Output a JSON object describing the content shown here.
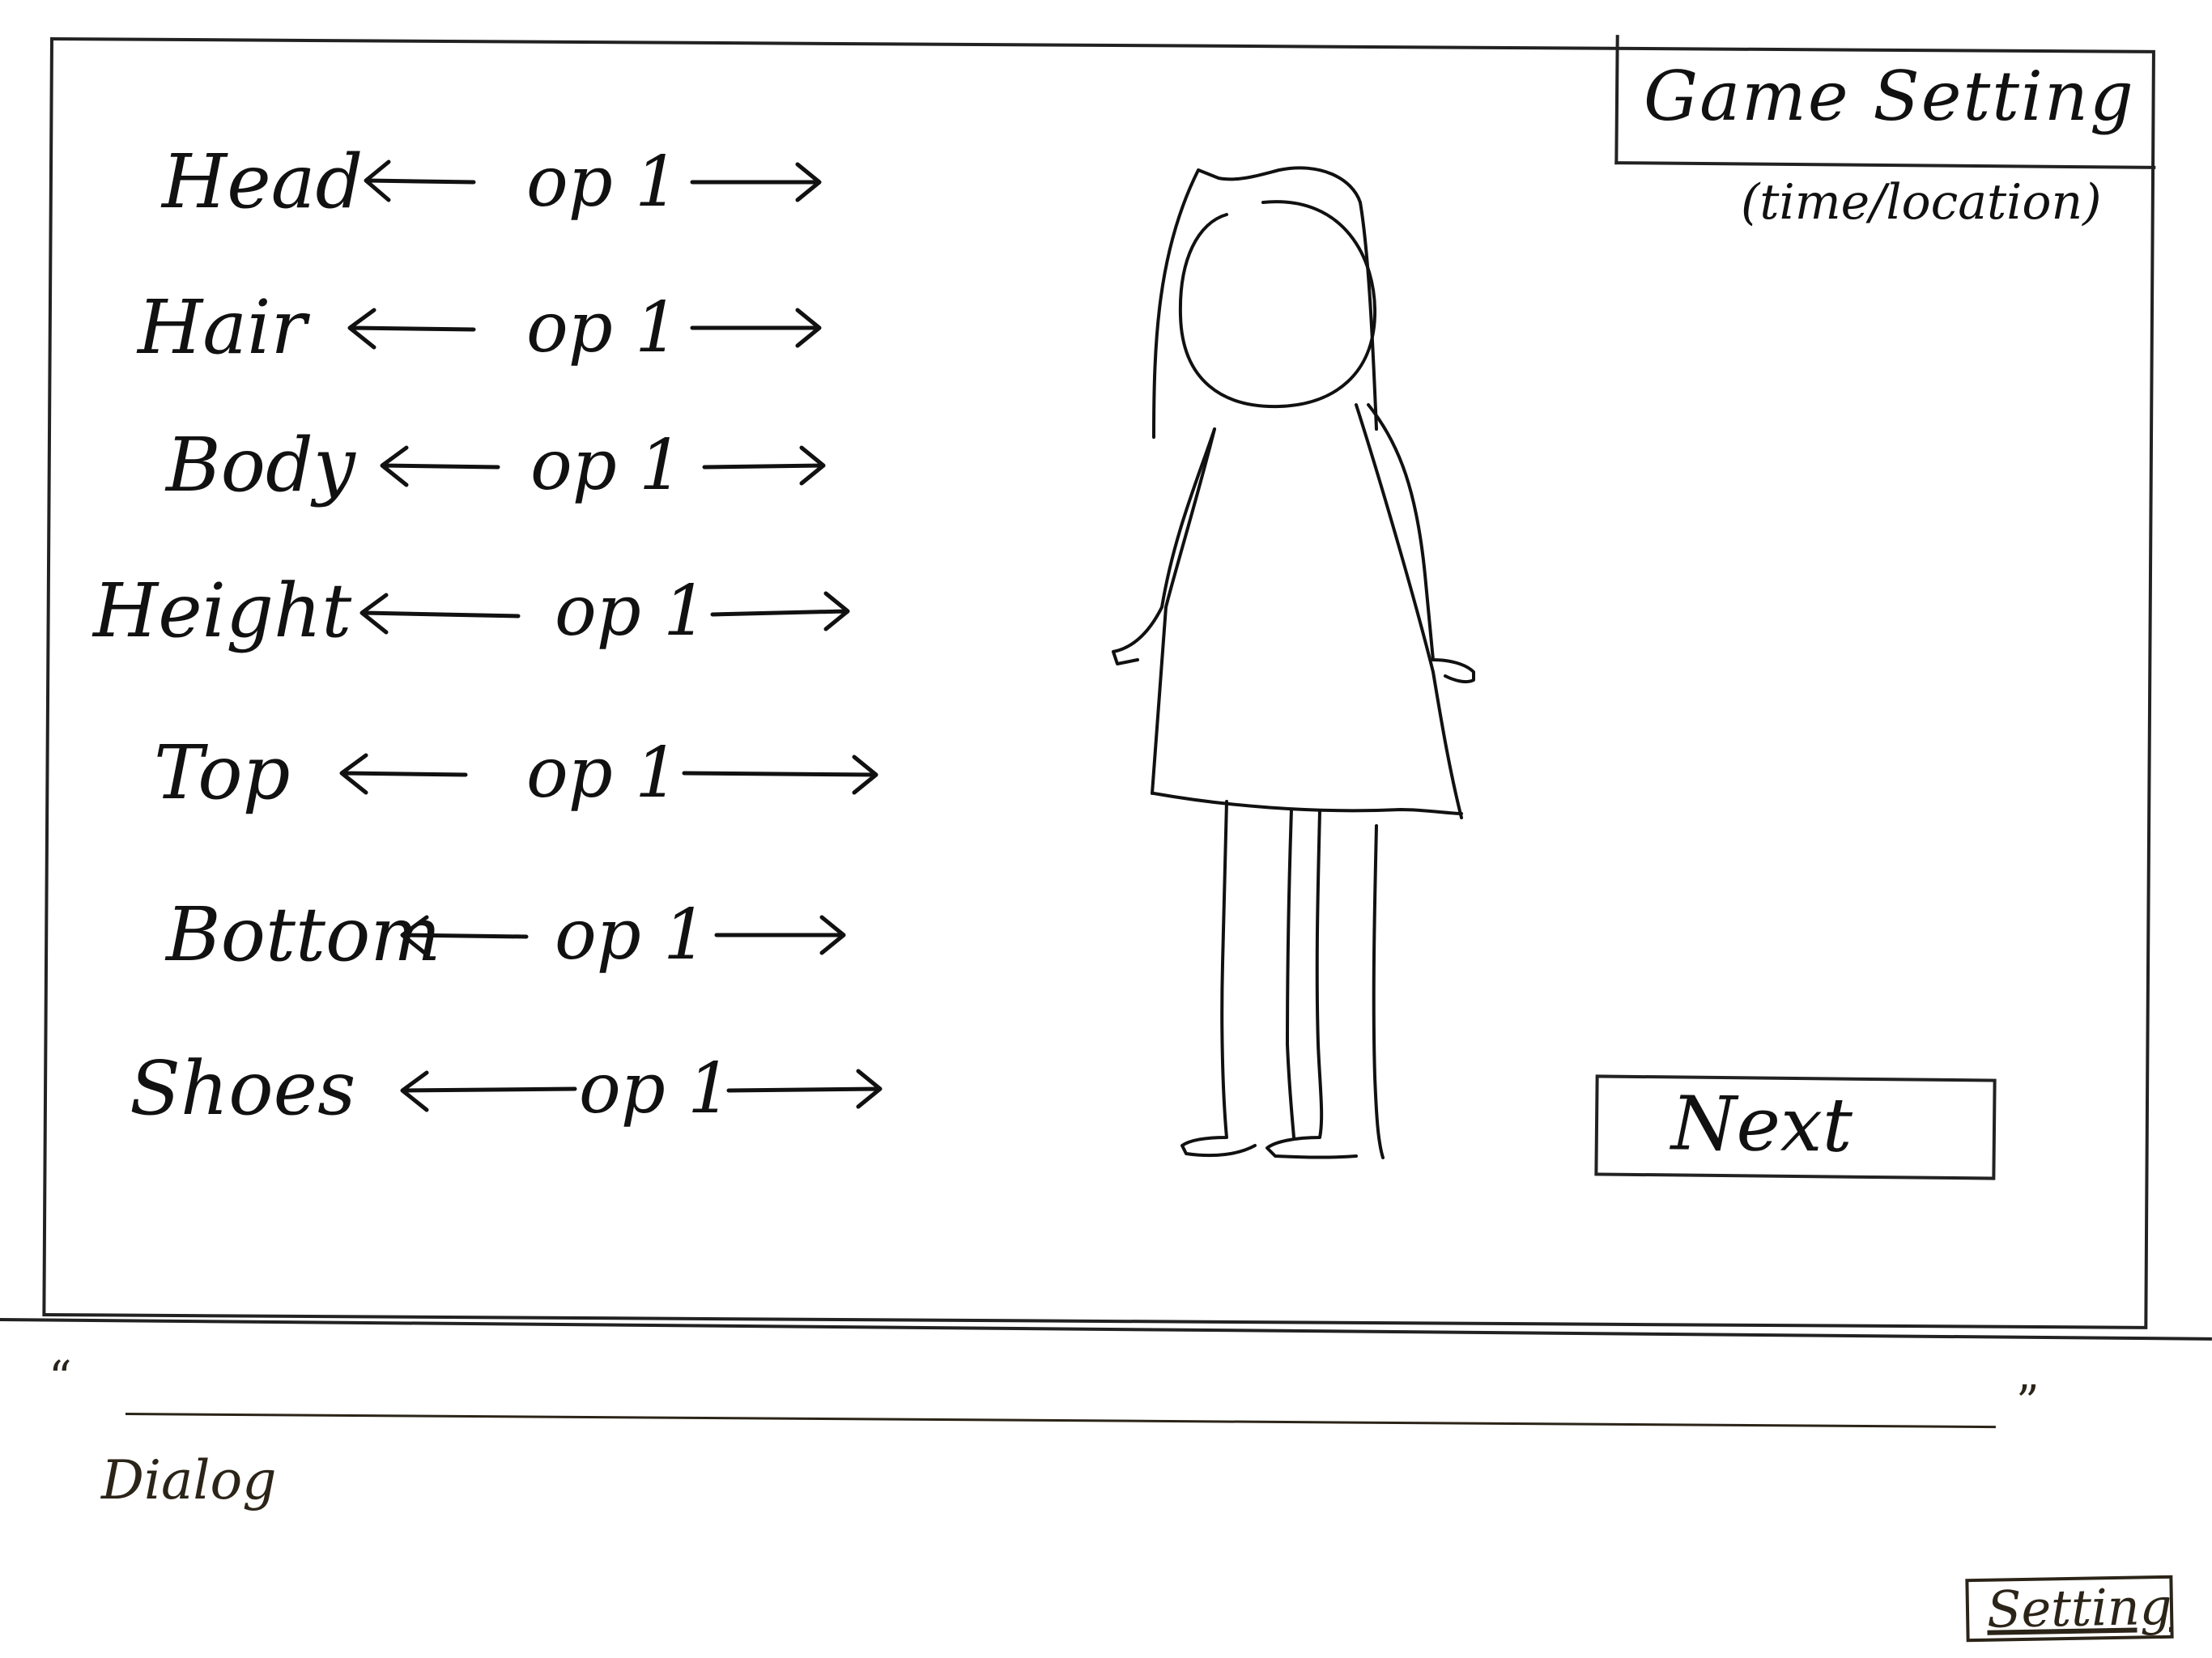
{
  "colors": {
    "ink": "#111111",
    "dialog_ink": "#2b2418",
    "background": "#ffffff"
  },
  "game_setting": {
    "title": "Game Setting",
    "subtitle": "(time/location)"
  },
  "options": [
    {
      "label": "Head",
      "value": "op 1",
      "left_icon": "arrow-left-icon",
      "right_icon": "arrow-right-icon"
    },
    {
      "label": "Hair",
      "value": "op 1",
      "left_icon": "arrow-left-icon",
      "right_icon": "arrow-right-icon"
    },
    {
      "label": "Body",
      "value": "op 1",
      "left_icon": "arrow-left-icon",
      "right_icon": "arrow-right-icon"
    },
    {
      "label": "Height",
      "value": "op 1",
      "left_icon": "arrow-left-icon",
      "right_icon": "arrow-right-icon"
    },
    {
      "label": "Top",
      "value": "op 1",
      "left_icon": "arrow-left-icon",
      "right_icon": "arrow-right-icon"
    },
    {
      "label": "Bottom",
      "value": "op 1",
      "left_icon": "arrow-left-icon",
      "right_icon": "arrow-right-icon"
    },
    {
      "label": "Shoes",
      "value": "op 1",
      "left_icon": "arrow-left-icon",
      "right_icon": "arrow-right-icon"
    }
  ],
  "next_button": {
    "label": "Next"
  },
  "dialog": {
    "open_quote": "“",
    "close_quote": "”",
    "label": "Dialog"
  },
  "settings_button": {
    "label": "Setting"
  }
}
